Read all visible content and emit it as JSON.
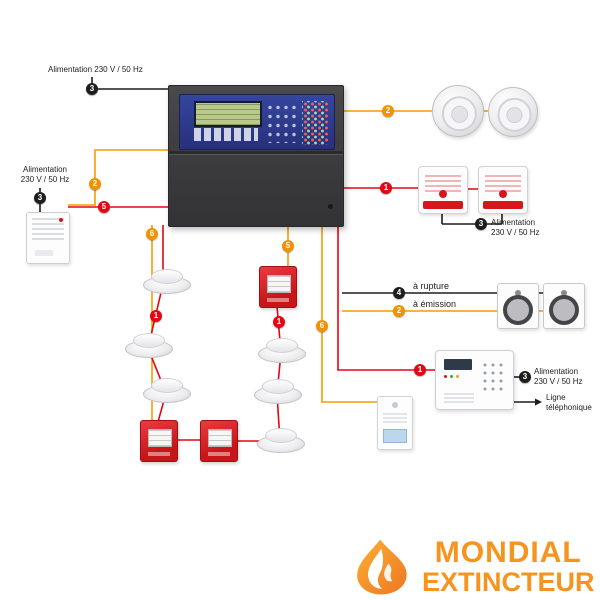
{
  "diagram": {
    "labels": {
      "power_top": "Alimentation 230 V / 50 Hz",
      "power_left_line1": "Alimentation",
      "power_left_line2": "230 V / 50 Hz",
      "power_sounders_line1": "Alimentation",
      "power_sounders_line2": "230 V / 50 Hz",
      "power_dialer_line1": "Alimentation",
      "power_dialer_line2": "230 V / 50 Hz",
      "contact_rupture": "à rupture",
      "contact_emission": "à émission",
      "phone_line1": "Ligne",
      "phone_line2": "téléphonique"
    },
    "badges": [
      {
        "id": "power-top",
        "num": "3",
        "color": "black"
      },
      {
        "id": "supply-orange",
        "num": "2",
        "color": "orange"
      },
      {
        "id": "power-left",
        "num": "3",
        "color": "black"
      },
      {
        "id": "supply-red",
        "num": "5",
        "color": "red"
      },
      {
        "id": "left-aux-orange",
        "num": "6",
        "color": "orange"
      },
      {
        "id": "left-loop-red",
        "num": "1",
        "color": "red"
      },
      {
        "id": "mid-loop-orange",
        "num": "5",
        "color": "orange"
      },
      {
        "id": "mid-loop-red",
        "num": "1",
        "color": "red"
      },
      {
        "id": "right-aux-orange",
        "num": "6",
        "color": "orange"
      },
      {
        "id": "sirens",
        "num": "2",
        "color": "orange"
      },
      {
        "id": "flash-sounders",
        "num": "1",
        "color": "red"
      },
      {
        "id": "power-sounders",
        "num": "3",
        "color": "black"
      },
      {
        "id": "rupture",
        "num": "4",
        "color": "black"
      },
      {
        "id": "emission",
        "num": "2",
        "color": "orange"
      },
      {
        "id": "dialer",
        "num": "1",
        "color": "red"
      },
      {
        "id": "power-dialer",
        "num": "3",
        "color": "black"
      }
    ],
    "colors": {
      "wire_red": "#e30613",
      "wire_orange": "#f59c00",
      "wire_black": "#1d1d1b",
      "badge_red": "#e30613",
      "badge_orange": "#f39200",
      "badge_black": "#1d1d1b",
      "panel_body": "#3f3f41",
      "panel_face_blue": "#2c3a90",
      "lcd_green": "#b9c98a",
      "callpoint_red": "#d6161b",
      "logo_orange": "#f7941e"
    },
    "logo": {
      "line1": "MONDIAL",
      "line2": "EXTINCTEUR"
    }
  }
}
